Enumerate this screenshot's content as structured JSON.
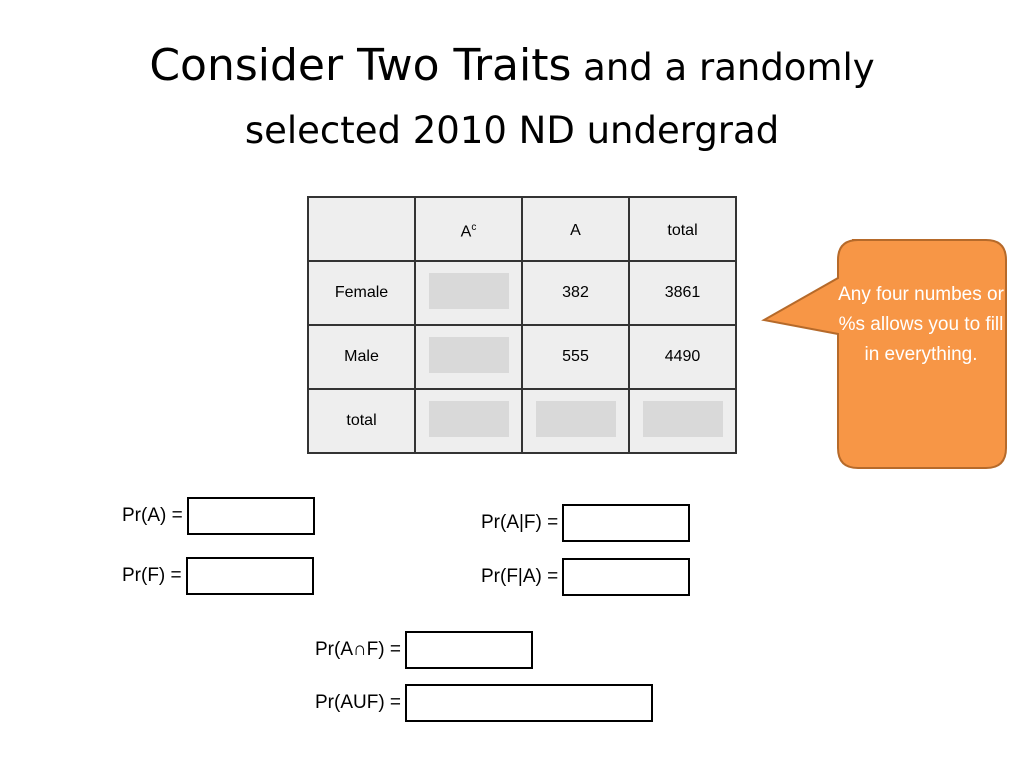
{
  "title": {
    "part1": "Consider Two Traits",
    "part2": " and a randomly",
    "line2": "selected 2010 ND undergrad"
  },
  "table": {
    "header": {
      "blank": "",
      "col_ac": "A",
      "col_ac_sup": "c",
      "col_a": "A",
      "col_total": "total"
    },
    "rows": [
      {
        "label": "Female",
        "ac": "",
        "a": "382",
        "total": "3861"
      },
      {
        "label": "Male",
        "ac": "",
        "a": "555",
        "total": "4490"
      },
      {
        "label": "total",
        "ac": "",
        "a": "",
        "total": ""
      }
    ]
  },
  "callout": {
    "text": "Any four numbes or %s allows you to fill in everything.",
    "fill_color": "#f79646",
    "stroke_color": "#b66a2a"
  },
  "equations": {
    "pr_a": "Pr(A) =",
    "pr_f": "Pr(F) =",
    "pr_a_given_f": "Pr(A|F) =",
    "pr_f_given_a": "Pr(F|A) =",
    "pr_a_and_f": "Pr(A∩F) =",
    "pr_a_or_f": "Pr(AUF) ="
  }
}
